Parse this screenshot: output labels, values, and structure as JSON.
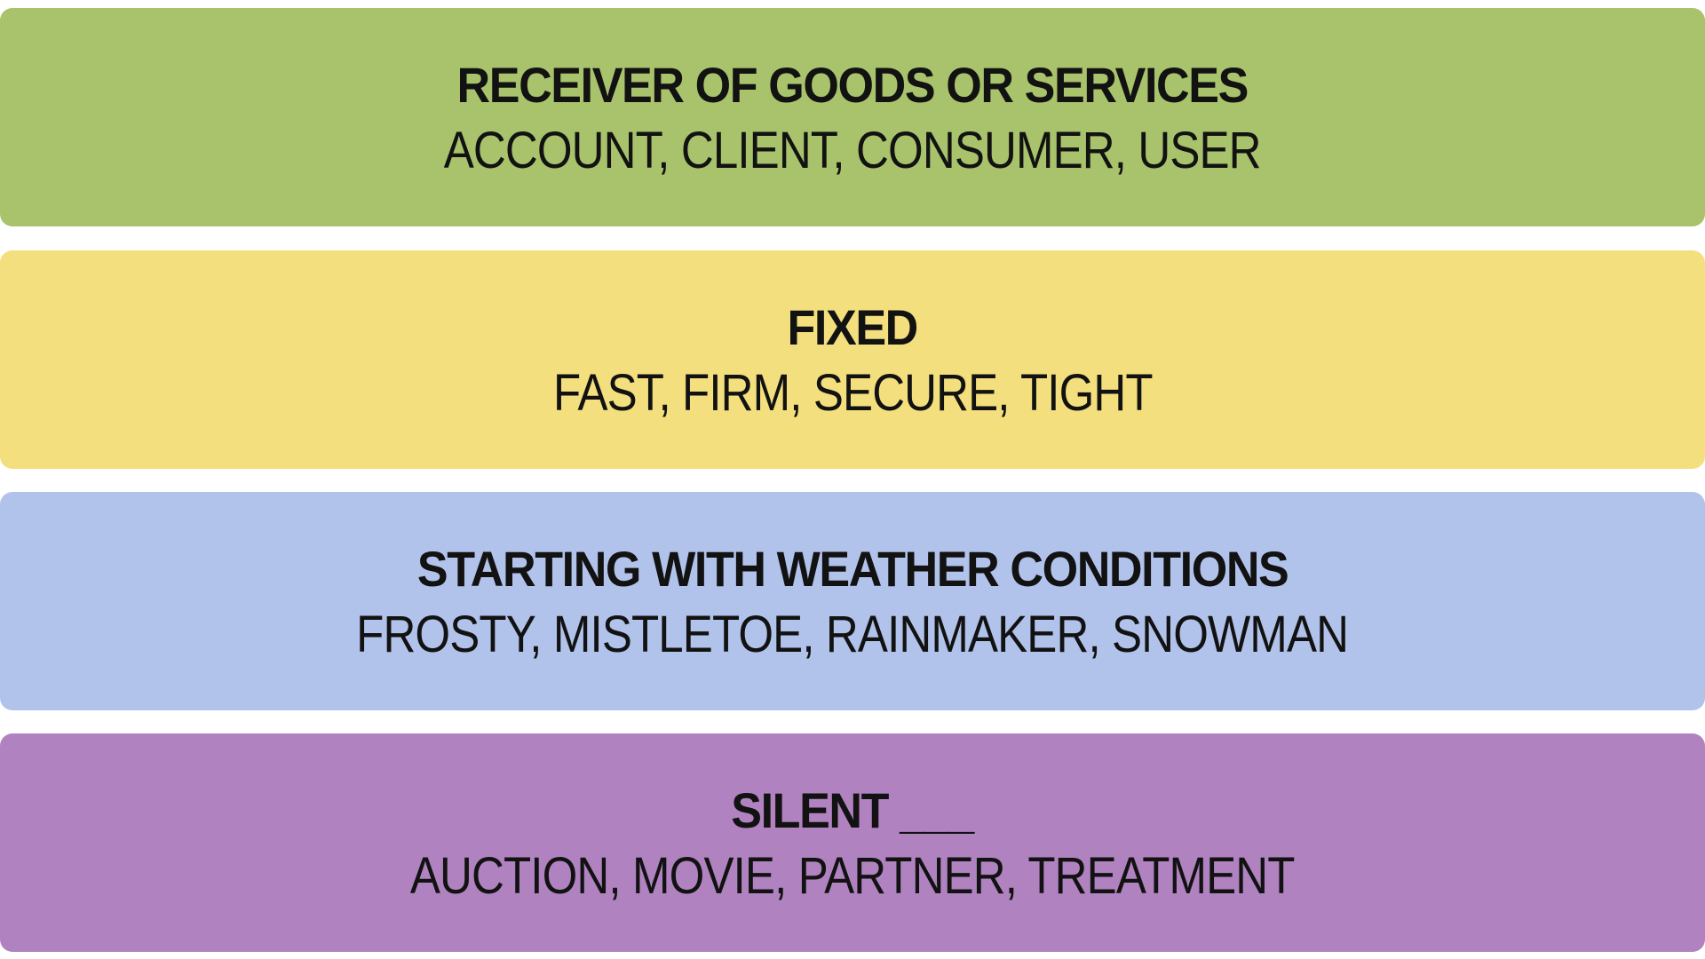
{
  "groups": [
    {
      "title": "RECEIVER OF GOODS OR SERVICES",
      "members": "ACCOUNT, CLIENT, CONSUMER, USER",
      "words": [
        "ACCOUNT",
        "CLIENT",
        "CONSUMER",
        "USER"
      ],
      "color": "#A8C36B"
    },
    {
      "title": "FIXED",
      "members": "FAST, FIRM, SECURE, TIGHT",
      "words": [
        "FAST",
        "FIRM",
        "SECURE",
        "TIGHT"
      ],
      "color": "#F4DF7E"
    },
    {
      "title": "STARTING WITH WEATHER CONDITIONS",
      "members": "FROSTY, MISTLETOE, RAINMAKER, SNOWMAN",
      "words": [
        "FROSTY",
        "MISTLETOE",
        "RAINMAKER",
        "SNOWMAN"
      ],
      "color": "#B2C3EB"
    },
    {
      "title": "SILENT ___",
      "members": "AUCTION, MOVIE, PARTNER, TREATMENT",
      "words": [
        "AUCTION",
        "MOVIE",
        "PARTNER",
        "TREATMENT"
      ],
      "color": "#B083C0"
    }
  ]
}
